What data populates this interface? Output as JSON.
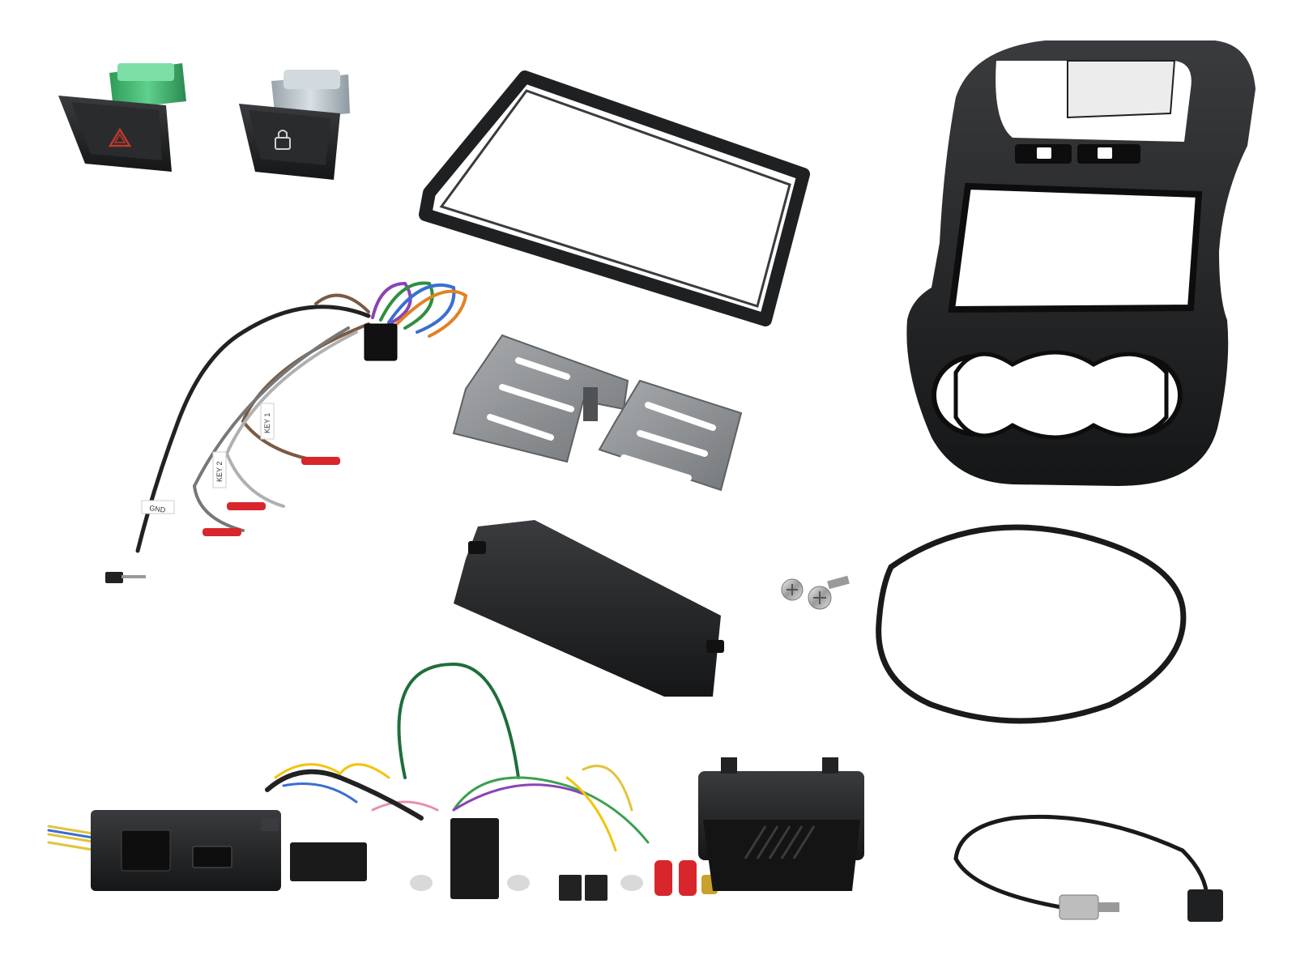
{
  "colors": {
    "background": "#ffffff",
    "plastic_black": "#1f2022",
    "metal_grey": "#8f9295",
    "connector_green": "#3fae6a",
    "connector_grey": "#b9c3c9",
    "hazard_red": "#c0392b",
    "spade_red": "#d8262c"
  },
  "wire_labels": {
    "key1": "KEY 1",
    "key2": "KEY 2",
    "gnd": "GND"
  },
  "icons": {
    "hazard_switch": "hazard-triangle-icon",
    "lock_switch": "door-lock-icon"
  }
}
